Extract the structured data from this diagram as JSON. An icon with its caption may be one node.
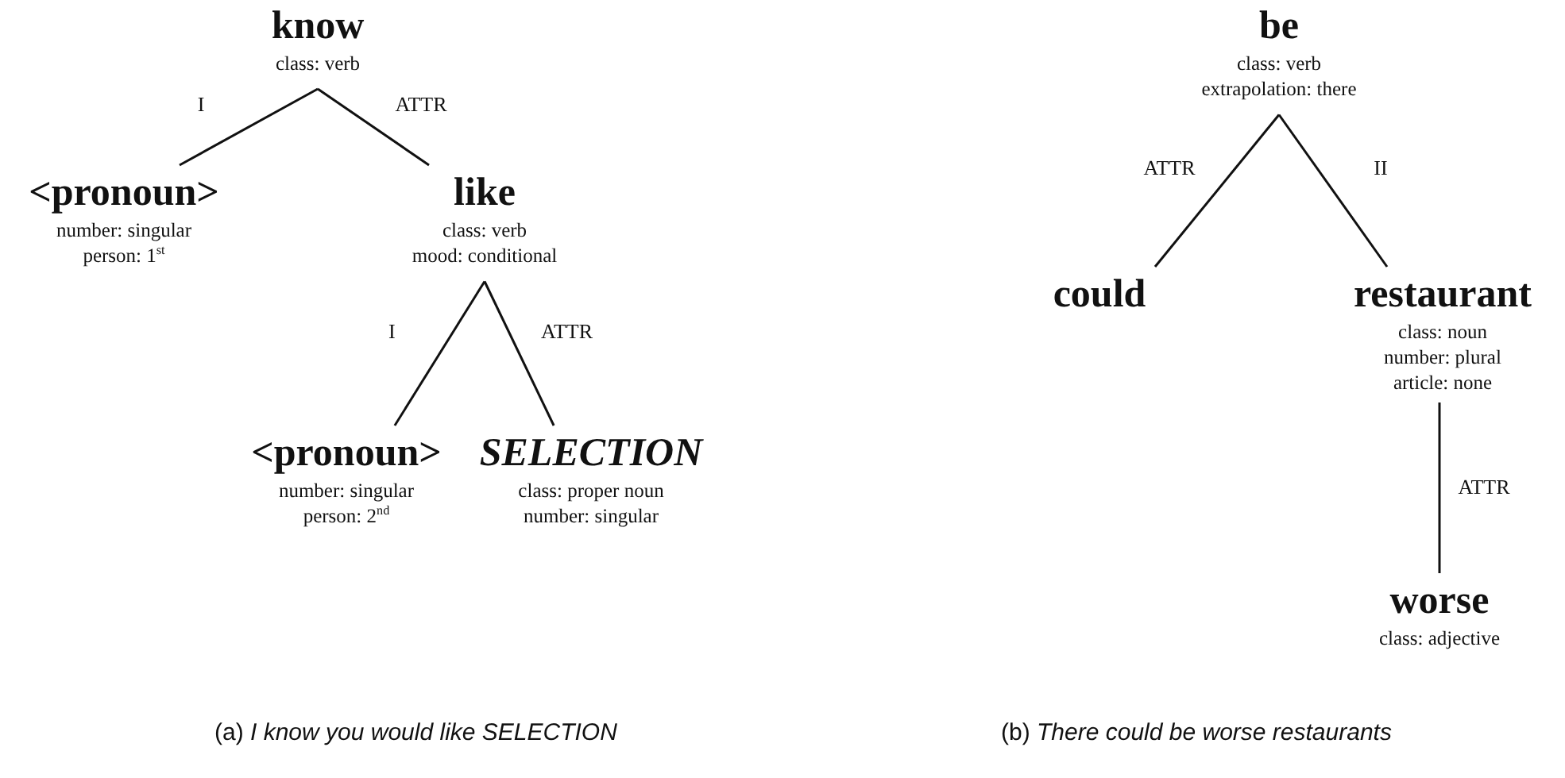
{
  "diagram": {
    "nodes": [
      {
        "text": [
          "know",
          "class: verb"
        ]
      },
      {
        "text": [
          "<pronoun>",
          "number: singular",
          "person: 1$^{st}$"
        ]
      },
      {
        "text": [
          "like",
          "class:  verb",
          "mood: conditional"
        ]
      },
      {
        "text": [
          "<pronoun>",
          "number: singular",
          "person: 2$^{nd}$"
        ]
      },
      {
        "text": [
          "SELECTION",
          "class: proper noun",
          "number: singular"
        ]
      },
      {
        "text": [
          "be",
          "class: verb",
          "extrapolation: there"
        ]
      },
      {
        "text": [
          "could"
        ]
      },
      {
        "text": [
          "restaurant",
          "class: noun",
          "number: plural",
          "article: none"
        ]
      },
      {
        "text": [
          "worse",
          "class: adjective"
        ]
      }
    ],
    "edges": [
      {
        "from": 0,
        "to": 1,
        "arrow": "none",
        "label": "I"
      },
      {
        "from": 0,
        "to": 2,
        "arrow": "none",
        "label": "ATTR"
      },
      {
        "from": 2,
        "to": 3,
        "arrow": "none",
        "label": "I"
      },
      {
        "from": 2,
        "to": 4,
        "arrow": "none",
        "label": "ATTR"
      },
      {
        "from": 5,
        "to": 6,
        "arrow": "none",
        "label": "ATTR"
      },
      {
        "from": 5,
        "to": 7,
        "arrow": "none",
        "label": "II"
      },
      {
        "from": 7,
        "to": 8,
        "arrow": "none",
        "label": "ATTR"
      }
    ],
    "labels": [
      "(a) *I know you would like SELECTION*",
      "(b) *There could be worse restaurants*"
    ]
  }
}
